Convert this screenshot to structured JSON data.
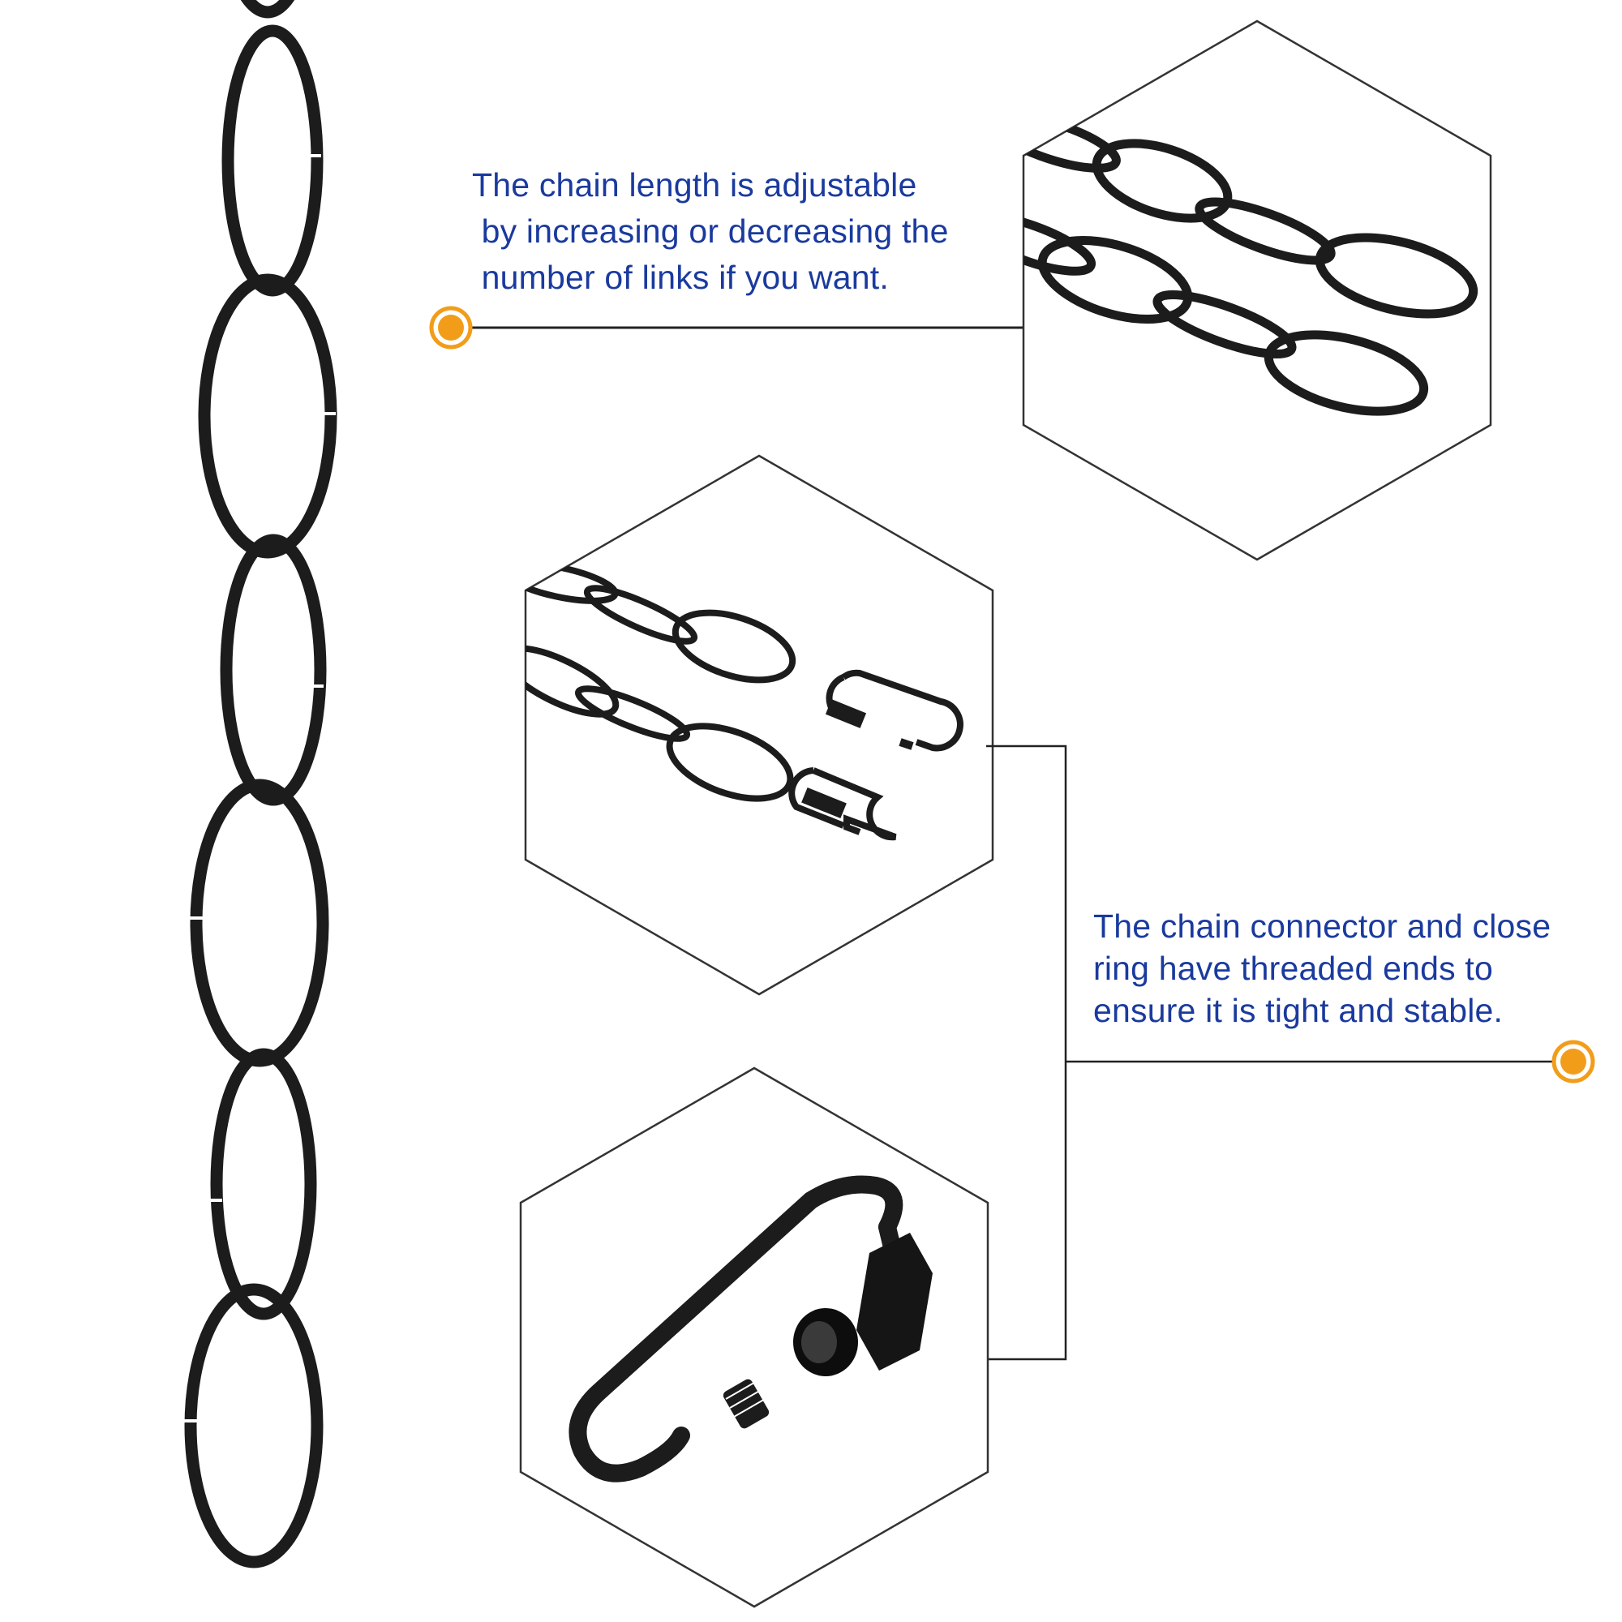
{
  "captions": {
    "chain_length": {
      "lines": [
        "The chain length is adjustable",
        " by increasing or decreasing the",
        " number of links if you want."
      ]
    },
    "connector": {
      "lines": [
        "The chain connector and close",
        "ring have threaded ends to",
        "ensure it is tight and stable."
      ]
    }
  },
  "colors": {
    "background": "#ffffff",
    "text": "#1a3a9e",
    "marker": "#f29d1a",
    "line": "#222222",
    "chain": "#1c1c1c"
  },
  "icons": {
    "marker": "orange-dot-icon",
    "chain": "chain-link-icon",
    "connector": "quick-link-connector-icon"
  }
}
